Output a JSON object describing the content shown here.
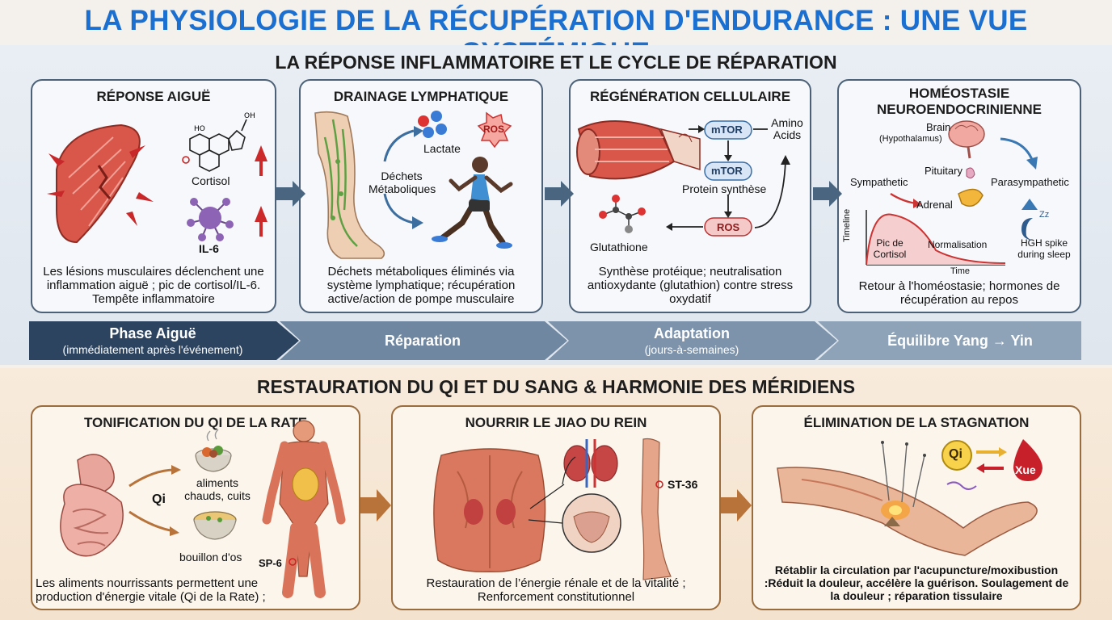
{
  "title": "LA PHYSIOLOGIE DE LA RÉCUPÉRATION D'ENDURANCE : UNE VUE SYSTÉMIQUE",
  "top_section": {
    "heading": "LA RÉPONSE INFLAMMATOIRE ET LE CYCLE DE RÉPARATION",
    "panels": [
      {
        "title": "RÉPONSE AIGUË",
        "labels": [
          "Cortisol",
          "IL-6"
        ],
        "caption": "Les lésions musculaires déclenchent une inflammation aiguë ; pic de cortisol/IL-6. Tempête inflammatoire"
      },
      {
        "title": "DRAINAGE LYMPHATIQUE",
        "labels": [
          "Lactate",
          "ROS",
          "Déchets Métaboliques"
        ],
        "caption": "Déchets métaboliques éliminés via système lymphatique; récupération active/action de pompe musculaire"
      },
      {
        "title": "RÉGÉNÉRATION CELLULAIRE",
        "labels": [
          "mTOR",
          "mTOR",
          "Amino Acids",
          "Protein synthèse",
          "ROS",
          "Glutathione"
        ],
        "caption": "Synthèse protéique; neutralisation antioxydante (glutathion) contre stress oxydatif"
      },
      {
        "title": "HOMÉOSTASIE NEUROENDOCRINIENNE",
        "labels": [
          "Brain",
          "(Hypothalamus)",
          "Pituitary",
          "Sympathetic",
          "Parasympathetic",
          "Adrenal",
          "Timeline",
          "Pic de Cortisol",
          "Normalisation",
          "HGH spike during sleep",
          "Time",
          "Zz"
        ],
        "caption": "Retour à l'homéostasie; hormones de récupération au repos"
      }
    ],
    "phases": [
      {
        "label": "Phase Aiguë",
        "sub": "(immédiatement après l'événement)"
      },
      {
        "label": "Réparation",
        "sub": ""
      },
      {
        "label": "Adaptation",
        "sub": "(jours-à-semaines)"
      },
      {
        "label": "Équilibre Yang → Yin",
        "sub": ""
      }
    ]
  },
  "bottom_section": {
    "heading": "RESTAURATION DU QI ET DU SANG & HARMONIE DES MÉRIDIENS",
    "panels": [
      {
        "title": "TONIFICATION DU QI DE LA RATE",
        "labels": [
          "Qi",
          "aliments chauds, cuits",
          "bouillon d'os",
          "SP-6"
        ],
        "caption": "Les aliments nourrissants permettent une production d'énergie vitale (Qi de la Rate) ;"
      },
      {
        "title": "NOURRIR LE JIAO DU REIN",
        "labels": [
          "ST-36"
        ],
        "caption": "Restauration de l’énergie rénale et de la vitalité ; Renforcement constitutionnel"
      },
      {
        "title": "ÉLIMINATION DE LA STAGNATION",
        "labels": [
          "Qi",
          "Xue"
        ],
        "caption": "Rétablir la circulation par l'acupuncture/moxibustion :Réduit la douleur, accélère la guérison. Soulagement de la douleur ; réparation tissulaire"
      }
    ]
  },
  "colors": {
    "title_blue": "#1a6fd0",
    "panel_border_blue": "#4c6177",
    "panel_border_brown": "#9a6b3d",
    "phase_dark": "#2c4460",
    "phase_light": "#8ea3b8",
    "arrow_brown": "#b8733a"
  }
}
